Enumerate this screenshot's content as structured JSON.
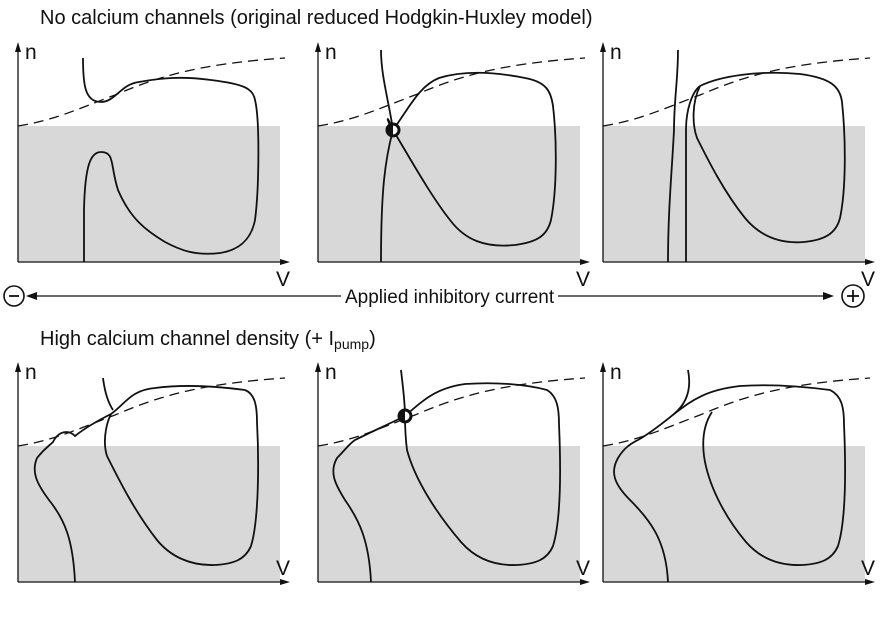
{
  "colors": {
    "shade": "#d8d8d8",
    "line": "#111111"
  },
  "top_row": {
    "title": "No calcium channels (original reduced Hodgkin-Huxley model)"
  },
  "bottom_row": {
    "title_prefix": "High calcium channel density (+ I",
    "title_sub": "pump",
    "title_suffix": ")"
  },
  "axis": {
    "y_label": "n",
    "x_label": "V"
  },
  "current_axis": {
    "label": "Applied inhibitory current",
    "minus_icon": "circled-minus",
    "plus_icon": "circled-plus"
  },
  "panels": [
    {
      "row": "top",
      "col": 1,
      "fixed_point": false
    },
    {
      "row": "top",
      "col": 2,
      "fixed_point": true
    },
    {
      "row": "top",
      "col": 3,
      "fixed_point": false
    },
    {
      "row": "bottom",
      "col": 1,
      "fixed_point": false
    },
    {
      "row": "bottom",
      "col": 2,
      "fixed_point": true
    },
    {
      "row": "bottom",
      "col": 3,
      "fixed_point": false
    }
  ]
}
